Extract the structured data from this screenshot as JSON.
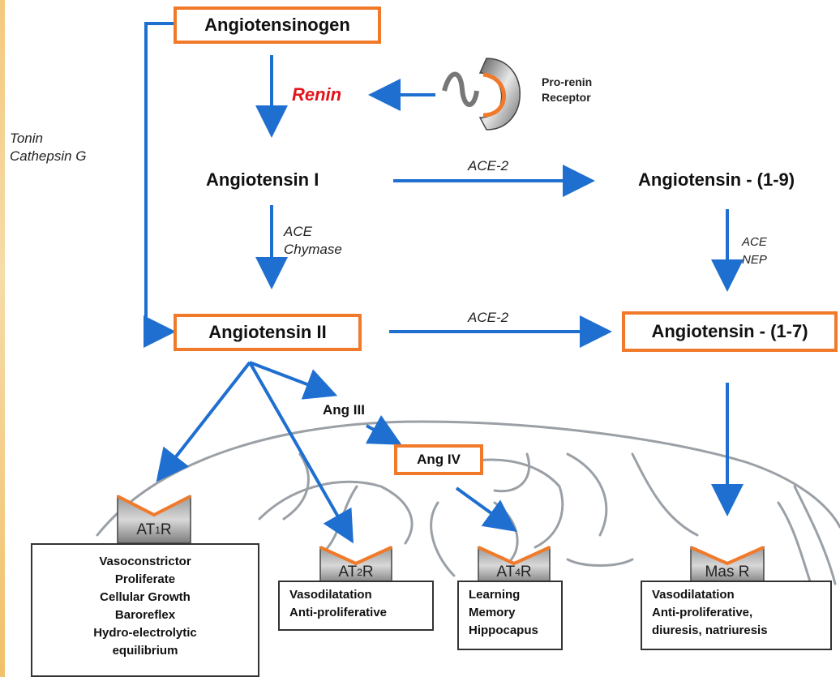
{
  "colors": {
    "arrow": "#1f6fd0",
    "box_border": "#f07a2a",
    "renin": "#e1141b",
    "receptor_gray": "#8a8a8a"
  },
  "nodes": {
    "angiotensinogen": "Angiotensinogen",
    "renin": "Renin",
    "pro_renin_receptor": [
      "Pro-renin",
      "Receptor"
    ],
    "angiotensin_i": "Angiotensin I",
    "angiotensin_1_9": "Angiotensin - (1-9)",
    "angiotensin_ii": "Angiotensin II",
    "angiotensin_1_7": "Angiotensin - (1-7)",
    "ang_iii": "Ang III",
    "ang_iv": "Ang IV"
  },
  "enzymes": {
    "tonin_cathepsin": [
      "Tonin",
      "Cathepsin G"
    ],
    "ace2_top": "ACE-2",
    "ace_chymase": [
      "ACE",
      "Chymase"
    ],
    "ace_nep": [
      "ACE",
      "NEP"
    ],
    "ace2_bottom": "ACE-2"
  },
  "receptors": {
    "at1r": {
      "label": "AT",
      "sub": "1",
      "suffix": "R"
    },
    "at2r": {
      "label": "AT",
      "sub": "2",
      "suffix": "R"
    },
    "at4r": {
      "label": "AT",
      "sub": "4",
      "suffix": " R"
    },
    "masr": {
      "label": "Mas R",
      "sub": "",
      "suffix": ""
    }
  },
  "effects": {
    "at1r": [
      "Vasoconstrictor",
      "Proliferate",
      "Cellular Growth",
      "Baroreflex",
      "Hydro-electrolytic",
      "equilibrium"
    ],
    "at2r": [
      "Vasodilatation",
      "Anti-proliferative"
    ],
    "at4r": [
      "Learning",
      "Memory",
      "Hippocapus"
    ],
    "masr": [
      "Vasodilatation",
      "Anti-proliferative,",
      "diuresis, natriuresis"
    ]
  }
}
